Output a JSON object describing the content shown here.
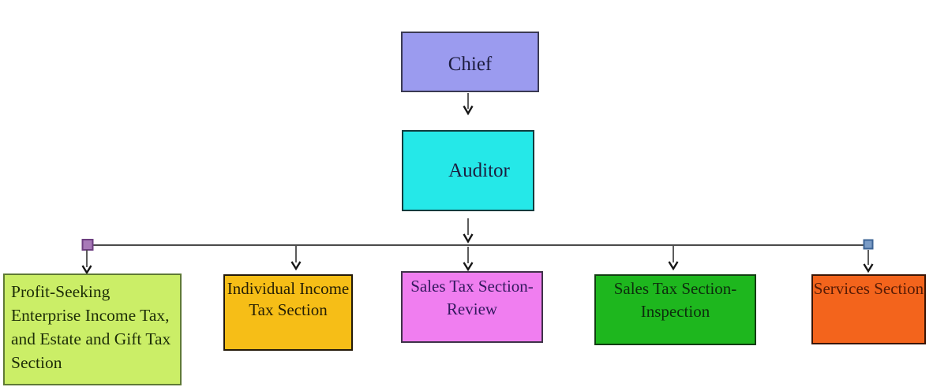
{
  "chart_data": {
    "type": "org-chart",
    "root": {
      "id": "chief",
      "label": "Chief",
      "fill": "#9b9bef",
      "border": "#3a3a52",
      "text_color": "#1c1c3e",
      "reports_to": null
    },
    "deputy": {
      "id": "auditor",
      "label": "Auditor",
      "fill": "#25e8e8",
      "border": "#123b3d",
      "text_color": "#1c1c3e",
      "reports_to": "chief"
    },
    "sections": [
      {
        "id": "profit-seeking-enterprise",
        "label": "Profit-Seeking Enterprise Income Tax, and Estate and Gift Tax Section",
        "fill": "#cbee67",
        "border": "#5f7a35",
        "text_color": "#1e2e08",
        "reports_to": "auditor"
      },
      {
        "id": "individual-income-tax",
        "label": "Individual Income Tax Section",
        "fill": "#f6be17",
        "border": "#23190a",
        "text_color": "#261f05",
        "reports_to": "auditor"
      },
      {
        "id": "sales-tax-review",
        "label": "Sales Tax Section-Review",
        "fill": "#f07ef0",
        "border": "#3f3349",
        "text_color": "#33195e",
        "reports_to": "auditor"
      },
      {
        "id": "sales-tax-inspection",
        "label": "Sales Tax Section-Inspection",
        "fill": "#1eb71e",
        "border": "#123d12",
        "text_color": "#0d2e0d",
        "reports_to": "auditor"
      },
      {
        "id": "services",
        "label": "Services Section",
        "fill": "#f3641c",
        "border": "#3a1505",
        "text_color": "#571c06",
        "reports_to": "auditor"
      }
    ],
    "connectors": {
      "line_color": "#4a4a4a",
      "arrowhead_color": "#161616",
      "left_handle_fill": "#a87ab8",
      "left_handle_border": "#6d3f80",
      "right_handle_fill": "#7b9cc6",
      "right_handle_border": "#3e6596"
    }
  }
}
